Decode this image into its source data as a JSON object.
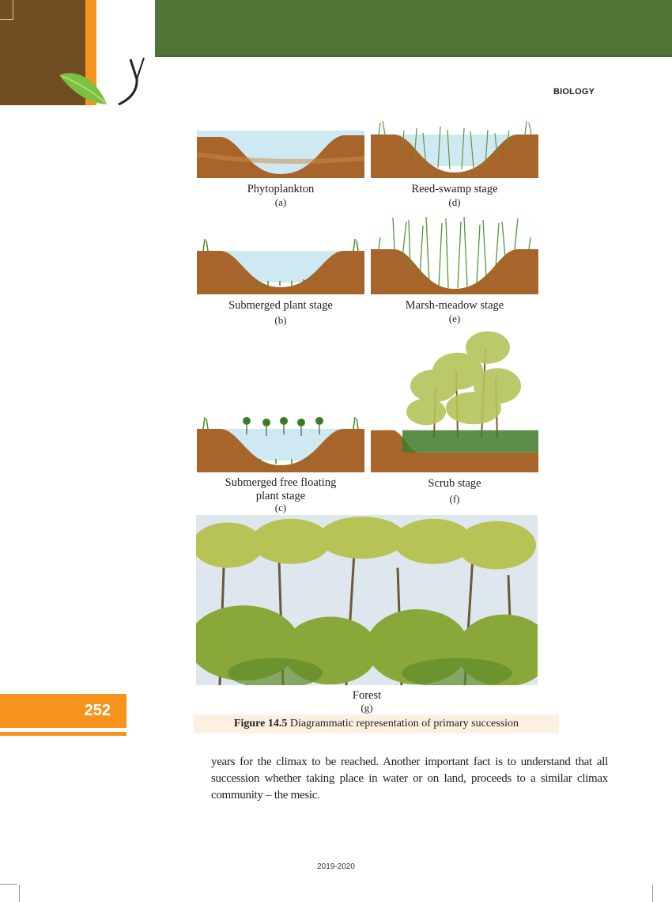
{
  "header": {
    "subject": "BIOLOGY"
  },
  "figure": {
    "panels": [
      {
        "label": "Phytoplankton",
        "letter": "(a)"
      },
      {
        "label": "Submerged plant stage",
        "letter": "(b)"
      },
      {
        "label": "Submerged free floating",
        "label2": "plant stage",
        "letter": "(c)"
      },
      {
        "label": "Reed-swamp stage",
        "letter": "(d)"
      },
      {
        "label": "Marsh-meadow stage",
        "letter": "(e)"
      },
      {
        "label": "Scrub stage",
        "letter": "(f)"
      },
      {
        "label": "Forest",
        "letter": "(g)"
      }
    ],
    "caption_number": "Figure 14.5",
    "caption_text": "Diagrammatic representation of primary succession"
  },
  "page_number": "252",
  "body_text": "years for the climax to be reached. Another important fact is to understand that all succession whether taking place in water or on land, proceeds to a similar climax community – the mesic.",
  "footer": "2019-2020",
  "colors": {
    "header_green": "#4e7535",
    "header_brown": "#704e22",
    "accent_orange": "#f7941d",
    "soil": "#a8652b",
    "water": "#cfe9f3"
  }
}
